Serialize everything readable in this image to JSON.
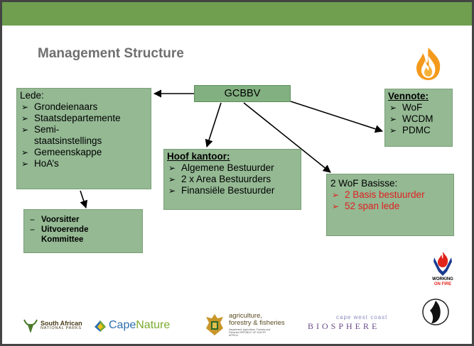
{
  "title": "Management Structure",
  "colors": {
    "topbar": "#6f9f4f",
    "box_fill": "#94b993",
    "red_text": "#e02020",
    "title_gray": "#6f6f6f"
  },
  "gcbbv": {
    "label": "GCBBV"
  },
  "lede": {
    "header": "Lede:",
    "items": [
      {
        "bullet": "➢",
        "text": "Grondeienaars"
      },
      {
        "bullet": "➢",
        "text": "Staatsdepartemente"
      },
      {
        "bullet": "➢",
        "text": "Semi-"
      },
      {
        "bullet": "",
        "text": "staatsinstellings"
      },
      {
        "bullet": "➢",
        "text": "Gemeenskappe"
      },
      {
        "bullet": "➢",
        "text": "HoA’s"
      }
    ]
  },
  "vennote": {
    "header": "Vennote:",
    "items": [
      {
        "bullet": "➢",
        "text": "WoF"
      },
      {
        "bullet": "➢",
        "text": "WCDM"
      },
      {
        "bullet": "➢",
        "text": "PDMC"
      }
    ]
  },
  "hoof_kantoor": {
    "header": "Hoof kantoor:",
    "items": [
      {
        "bullet": "➢",
        "text": "Algemene Bestuurder"
      },
      {
        "bullet": "➢",
        "text": "2 x Area Bestuurders"
      },
      {
        "bullet": "➢",
        "text": "Finansiële Bestuurder"
      }
    ]
  },
  "wof_basisse": {
    "header": "2 WoF Basisse:",
    "items": [
      {
        "bullet": "➢",
        "text": "2 Basis bestuurder"
      },
      {
        "bullet": "➢",
        "text": "52 span lede"
      }
    ]
  },
  "voorsitter": {
    "items": [
      {
        "bullet": "−",
        "text": "Voorsitter"
      },
      {
        "bullet": "−",
        "text": "Uitvoerende"
      },
      {
        "bullet": "",
        "text": "Kommittee"
      }
    ]
  },
  "logos": {
    "wof_line1": "WORKING",
    "wof_line2": "ON FIRE",
    "sanparks_line1": "South African",
    "sanparks_line2": "NATIONAL PARKS",
    "capenature_cape": "Cape",
    "capenature_nature": "Nature",
    "agri_line1": "agriculture,",
    "agri_line2": "forestry & fisheries",
    "agri_small": "Department: Agriculture, Forestry and Fisheries REPUBLIC OF SOUTH AFRICA",
    "biosphere_small": "cape west coast",
    "biosphere_big": "BIOSPHERE"
  }
}
